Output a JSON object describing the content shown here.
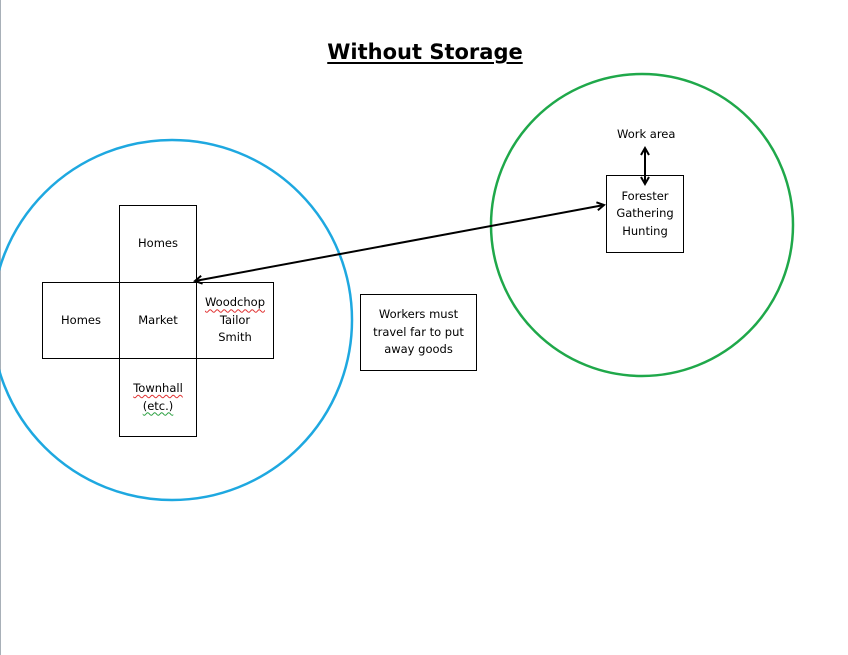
{
  "title": "Without Storage",
  "colors": {
    "town_circle": "#1ea8e0",
    "work_circle": "#1fa84a",
    "arrow": "#000000",
    "spellcheck_red": "#e03030",
    "spellcheck_green": "#2aa040"
  },
  "town": {
    "homes_top": "Homes",
    "homes_left": "Homes",
    "market": "Market",
    "workshops": [
      "Woodchop",
      "Tailor",
      "Smith"
    ],
    "townhall": [
      "Townhall",
      "(etc.)"
    ]
  },
  "note": [
    "Workers must",
    "travel far to put",
    "away goods"
  ],
  "work_site": {
    "work_area_label": "Work area",
    "jobs": [
      "Forester",
      "Gathering",
      "Hunting"
    ]
  },
  "connections": [
    {
      "from": "market",
      "to": "work_site",
      "style": "double-arrow"
    },
    {
      "from": "work_site",
      "to": "work_area",
      "style": "double-arrow"
    }
  ]
}
